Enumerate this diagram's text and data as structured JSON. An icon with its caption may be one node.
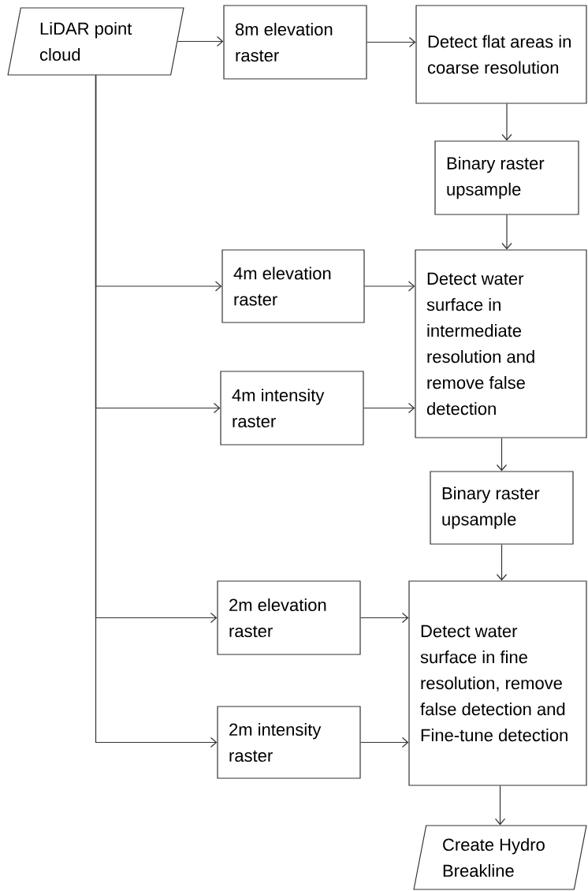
{
  "diagram": {
    "nodes": [
      {
        "text": [
          "LiDAR point cloud"
        ]
      },
      {
        "text": [
          "8m elevation raster"
        ]
      },
      {
        "text": [
          "Detect flat areas in coarse resolution"
        ]
      },
      {
        "text": [
          "Binary raster upsample"
        ]
      },
      {
        "text": [
          "4m elevation raster"
        ]
      },
      {
        "text": [
          "Detect water surface in intermediate resolution and remove false detection"
        ]
      },
      {
        "text": [
          "4m intensity raster"
        ]
      },
      {
        "text": [
          "Binary raster upsample"
        ]
      },
      {
        "text": [
          "2m elevation raster"
        ]
      },
      {
        "text": [
          "Detect water surface in fine resolution, remove false detection and Fine-tune detection"
        ]
      },
      {
        "text": [
          "2m intensity raster"
        ]
      },
      {
        "text": [
          "Create Hydro Breakline"
        ]
      }
    ],
    "edges": [
      {
        "from": 0,
        "to": 1,
        "arrow": "to"
      },
      {
        "from": 1,
        "to": 2,
        "arrow": "to"
      },
      {
        "from": 2,
        "to": 3,
        "arrow": "to"
      },
      {
        "from": 3,
        "to": 5,
        "arrow": "to"
      },
      {
        "from": 0,
        "to": 4,
        "arrow": "to"
      },
      {
        "from": 4,
        "to": 5,
        "arrow": "to"
      },
      {
        "from": 0,
        "to": 6,
        "arrow": "to"
      },
      {
        "from": 6,
        "to": 5,
        "arrow": "to"
      },
      {
        "from": 5,
        "to": 7,
        "arrow": "to"
      },
      {
        "from": 7,
        "to": 9,
        "arrow": "to"
      },
      {
        "from": 0,
        "to": 8,
        "arrow": "to"
      },
      {
        "from": 8,
        "to": 9,
        "arrow": "to"
      },
      {
        "from": 0,
        "to": 10,
        "arrow": "to"
      },
      {
        "from": 10,
        "to": 9,
        "arrow": "to"
      },
      {
        "from": 9,
        "to": 11,
        "arrow": "to"
      }
    ]
  }
}
